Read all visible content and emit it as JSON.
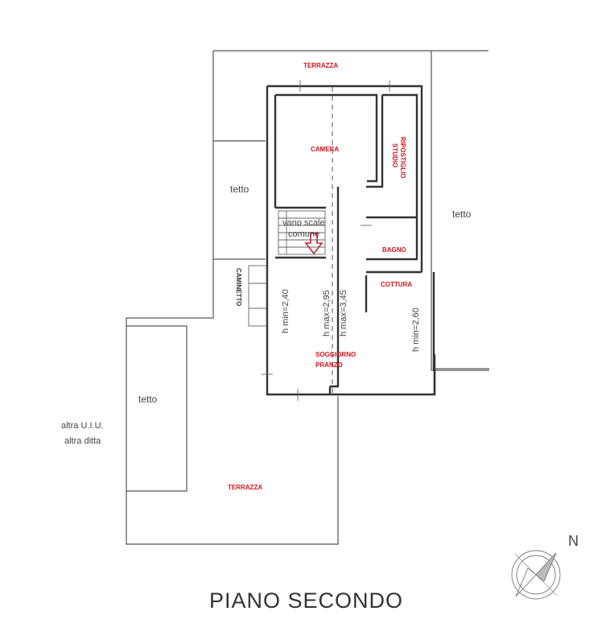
{
  "title": "PIANO SECONDO",
  "north_label": "N",
  "rooms": {
    "terrazza_top": "TERRAZZA",
    "camera": "CAMERA",
    "ripostiglio": "RIPOSTIGLIO",
    "studio": "STUDIO",
    "bagno": "BAGNO",
    "cottura": "COTTURA",
    "soggiorno": "SOGGIORNO",
    "pranzo": "PRANZO",
    "caminetto": "CAMINETTO",
    "terrazza_bottom": "TERRAZZA"
  },
  "labels": {
    "tetto_left": "tetto",
    "tetto_right": "tetto",
    "tetto_lower": "tetto",
    "vano_scale": "vano scale",
    "comune": "comune",
    "altra_uiu": "altra U.I.U.",
    "altra_ditta": "altra ditta"
  },
  "heights": {
    "h_min_left": "h min=2,40",
    "h_max_1": "h max=2,95",
    "h_max_2": "h max=3,45",
    "h_min_right": "h min=2,60"
  },
  "colors": {
    "room_label": "#d8141b",
    "outline": "#555555",
    "arrow": "#c0262d"
  }
}
